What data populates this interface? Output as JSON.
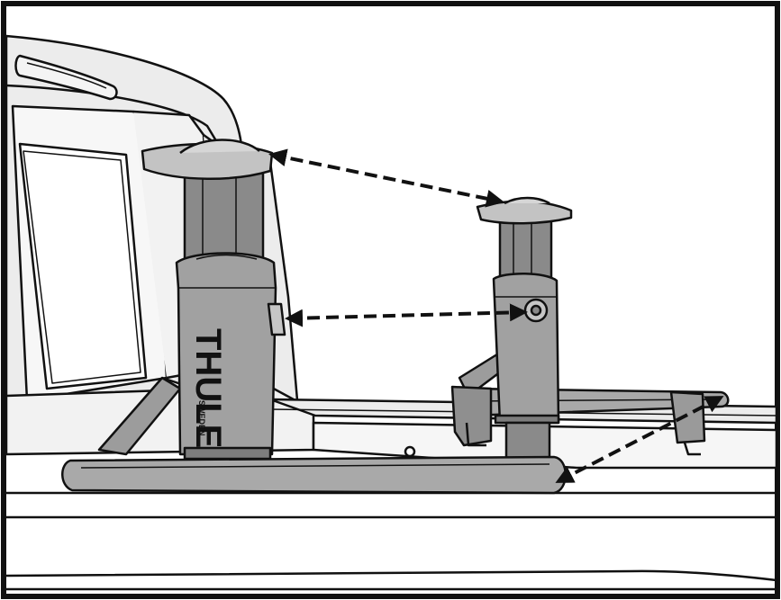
{
  "figure": {
    "brand_text": "THULE",
    "brand_subtext": "SWEDEN"
  },
  "colors": {
    "paper": "#ffffff",
    "ink": "#111111",
    "metal_fill": "#9c9c9c",
    "metal_dark": "#6e6e6e",
    "metal_light": "#bdbdbd",
    "truck_fill": "#e6e6e6",
    "truck_panel": "#f2f2f2"
  },
  "arrows": [
    {
      "name": "top-pad-arrow",
      "style": "dashed",
      "heads": "both"
    },
    {
      "name": "knob-arrow",
      "style": "dashed",
      "heads": "both"
    },
    {
      "name": "base-bar-arrow",
      "style": "dashed",
      "heads": "both"
    }
  ]
}
